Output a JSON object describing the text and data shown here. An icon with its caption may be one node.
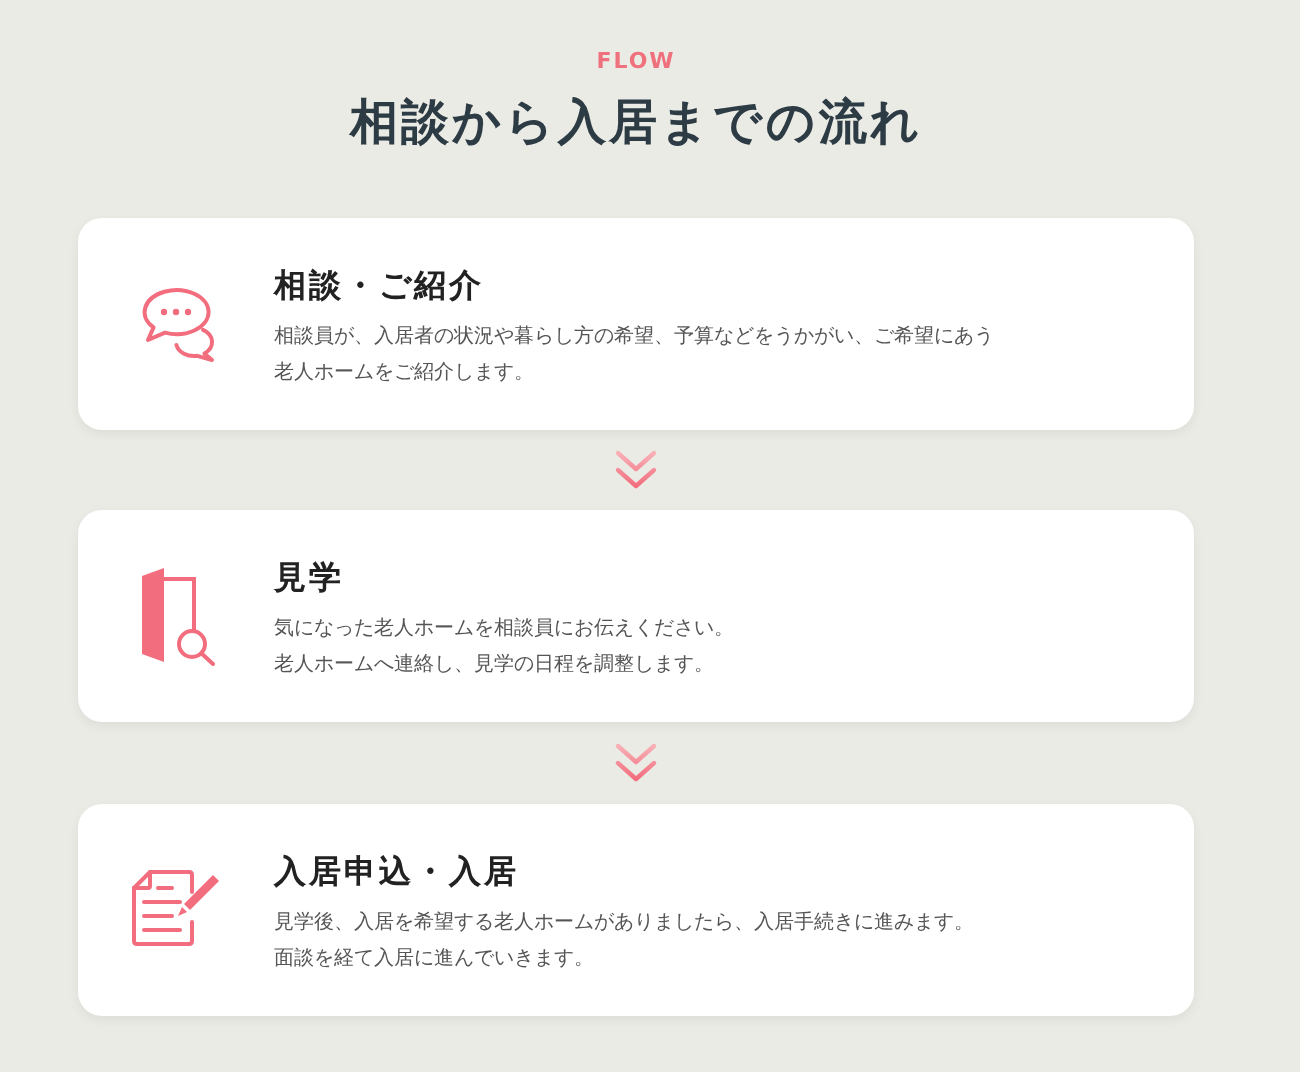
{
  "diagram": {
    "title": "相談から入居までの流れ",
    "nodes": [
      {
        "text": [
          "相談・ご紹介",
          "相談員が、入居者の状況や暮らし方の希望、予算などをうかがい、ご希望にあう老人ホームをご紹介します。"
        ]
      },
      {
        "text": [
          "見学",
          "気になった老人ホームを相談員にお伝えください。老人ホームへ連絡し、見学の日程を調整します。"
        ]
      },
      {
        "text": [
          "入居申込・入居",
          "見学後、入居を希望する老人ホームがありましたら、入居手続きに進みます。面談を経て入居に進んでいきます。"
        ]
      }
    ],
    "edges": [
      {
        "from": 0,
        "to": 1,
        "arrow": "to"
      },
      {
        "from": 1,
        "to": 2,
        "arrow": "to"
      }
    ],
    "labels": [
      "FLOW"
    ]
  }
}
